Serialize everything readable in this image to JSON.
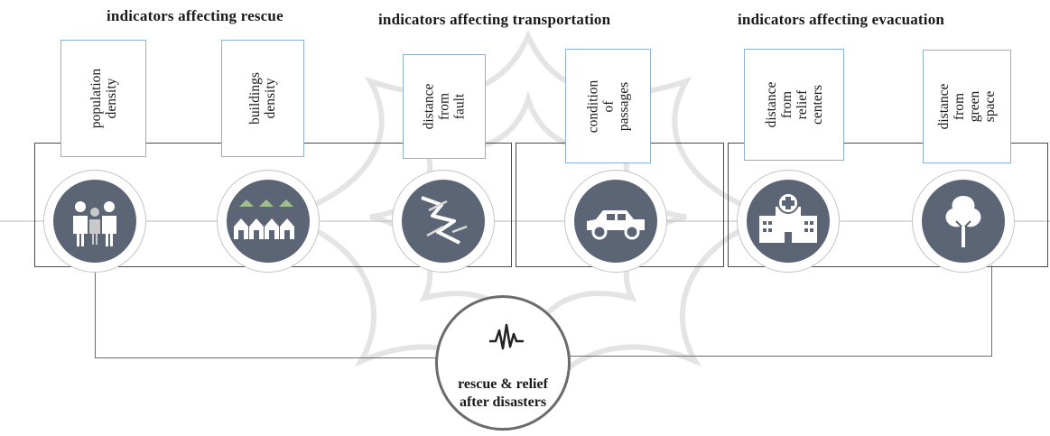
{
  "headers": {
    "rescue": "indicators affecting rescue",
    "transportation": "indicators affecting transportation",
    "evacuation": "indicators affecting evacuation"
  },
  "indicators": [
    {
      "label": "population\ndensity",
      "icon": "people-icon"
    },
    {
      "label": "buildings\ndensity",
      "icon": "buildings-icon"
    },
    {
      "label": "distance\nfrom fault",
      "icon": "fault-crack-icon"
    },
    {
      "label": "condition of\npassages",
      "icon": "vehicle-icon"
    },
    {
      "label": "distance from\nrelief centers",
      "icon": "hospital-icon"
    },
    {
      "label": "distance from\ngreen space",
      "icon": "tree-icon"
    }
  ],
  "outcome": {
    "label": "rescue & relief\nafter disasters",
    "icon": "seismograph-icon"
  },
  "colors": {
    "disc": "#5b6575",
    "card_border": "#8fb1d6",
    "box_border": "#4a4a4a",
    "watermark": "#d9d9d9"
  }
}
